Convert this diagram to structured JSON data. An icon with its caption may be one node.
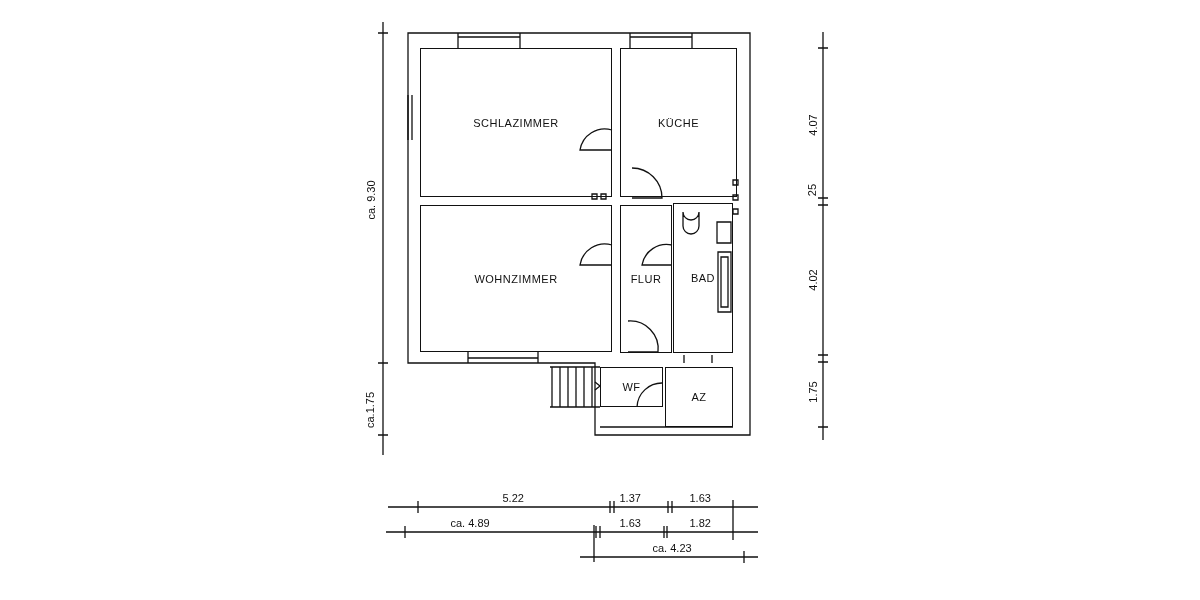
{
  "diagram": {
    "nodes": [
      {
        "text": [
          "SCHLAZIMMER"
        ]
      },
      {
        "text": [
          "KÜCHE"
        ]
      },
      {
        "text": [
          "WOHNZIMMER"
        ]
      },
      {
        "text": [
          "FLUR"
        ]
      },
      {
        "text": [
          "BAD"
        ]
      },
      {
        "text": [
          "WF"
        ]
      },
      {
        "text": [
          "AZ"
        ]
      }
    ],
    "edges": [],
    "labels": [
      "ca. 9.30",
      "4.07",
      "25",
      "4.02",
      "ca.1.75",
      "1.75",
      "5.22",
      "1.37",
      "1.63",
      "ca. 4.89",
      "1.63",
      "1.82",
      "ca. 4.23"
    ]
  }
}
